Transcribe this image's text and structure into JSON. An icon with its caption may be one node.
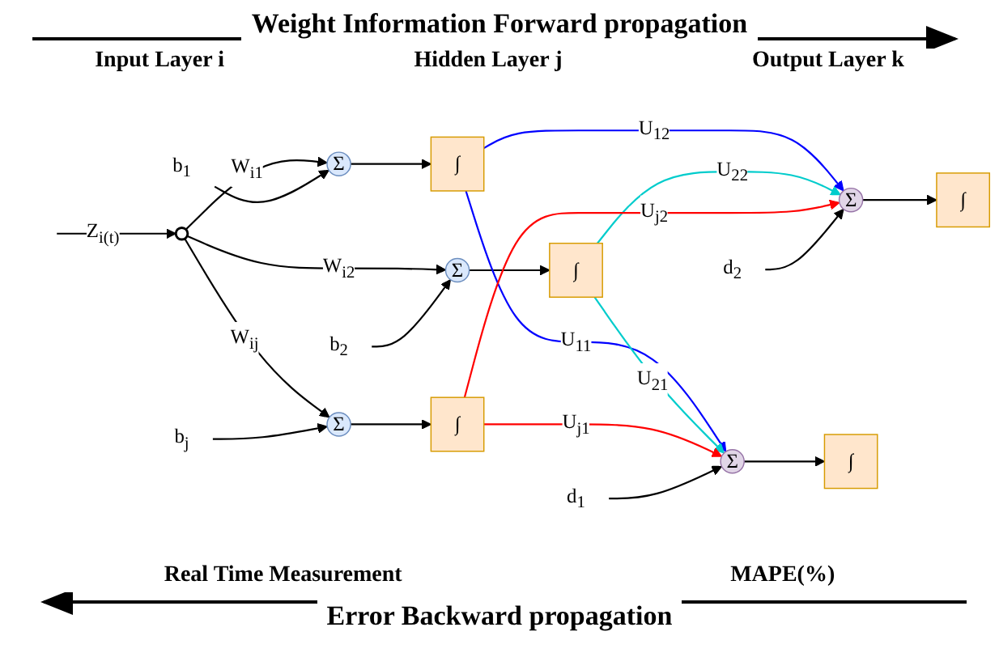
{
  "diagram": {
    "title": "Weight Information Forward propagation",
    "caption": "Error Backward propagation",
    "nodes": [
      {
        "text": [],
        "shape": "circle"
      },
      {
        "text": [
          "Σ"
        ]
      },
      {
        "text": [
          "Σ"
        ]
      },
      {
        "text": [
          "Σ"
        ]
      },
      {
        "text": [
          "∫"
        ]
      },
      {
        "text": [
          "∫"
        ]
      },
      {
        "text": [
          "∫"
        ]
      },
      {
        "text": [
          "Σ"
        ]
      },
      {
        "text": [
          "Σ"
        ]
      },
      {
        "text": [
          "∫"
        ]
      },
      {
        "text": [
          "∫"
        ]
      },
      {
        "text": [
          "b$_{1}$"
        ]
      },
      {
        "text": [
          "b$_{2}$"
        ]
      },
      {
        "text": [
          "b$_{j}$"
        ]
      },
      {
        "text": [
          "d$_{1}$"
        ]
      },
      {
        "text": [
          "d$_{2}$"
        ]
      }
    ],
    "edges": [
      {
        "from": null,
        "to": 0,
        "arrow": "to",
        "label": "Z$_{i(t)}$"
      },
      {
        "from": 0,
        "to": 1,
        "arrow": "to",
        "label": "W$_{i1}$"
      },
      {
        "from": 0,
        "to": 2,
        "arrow": "to",
        "label": "W$_{i2}$"
      },
      {
        "from": 0,
        "to": 3,
        "arrow": "to",
        "label": "W$_{ij}$"
      },
      {
        "from": 11,
        "to": 1,
        "arrow": "to"
      },
      {
        "from": 12,
        "to": 2,
        "arrow": "to"
      },
      {
        "from": 13,
        "to": 3,
        "arrow": "to"
      },
      {
        "from": 1,
        "to": 4,
        "arrow": "to"
      },
      {
        "from": 2,
        "to": 5,
        "arrow": "to"
      },
      {
        "from": 3,
        "to": 6,
        "arrow": "to"
      },
      {
        "from": 4,
        "to": 7,
        "arrow": "to",
        "label": "U$_{11}$",
        "color": "#0000ff"
      },
      {
        "from": 4,
        "to": 8,
        "arrow": "to",
        "label": "U$_{12}$",
        "color": "#0000ff"
      },
      {
        "from": 5,
        "to": 7,
        "arrow": "to",
        "label": "U$_{21}$",
        "color": "#00cccc"
      },
      {
        "from": 5,
        "to": 8,
        "arrow": "to",
        "label": "U$_{22}$",
        "color": "#00cccc"
      },
      {
        "from": 6,
        "to": 7,
        "arrow": "to",
        "label": "U$_{j1}$",
        "color": "#ff0000"
      },
      {
        "from": 6,
        "to": 8,
        "arrow": "to",
        "label": "U$_{j2}$",
        "color": "#ff0000"
      },
      {
        "from": 14,
        "to": 7,
        "arrow": "to"
      },
      {
        "from": 15,
        "to": 8,
        "arrow": "to"
      },
      {
        "from": 7,
        "to": 9,
        "arrow": "to"
      },
      {
        "from": 8,
        "to": 10,
        "arrow": "to"
      }
    ],
    "labels": [
      "Input Layer i",
      "Hidden Layer j",
      "Output Layer k",
      "Real Time Measurement",
      "MAPE(%)"
    ]
  }
}
